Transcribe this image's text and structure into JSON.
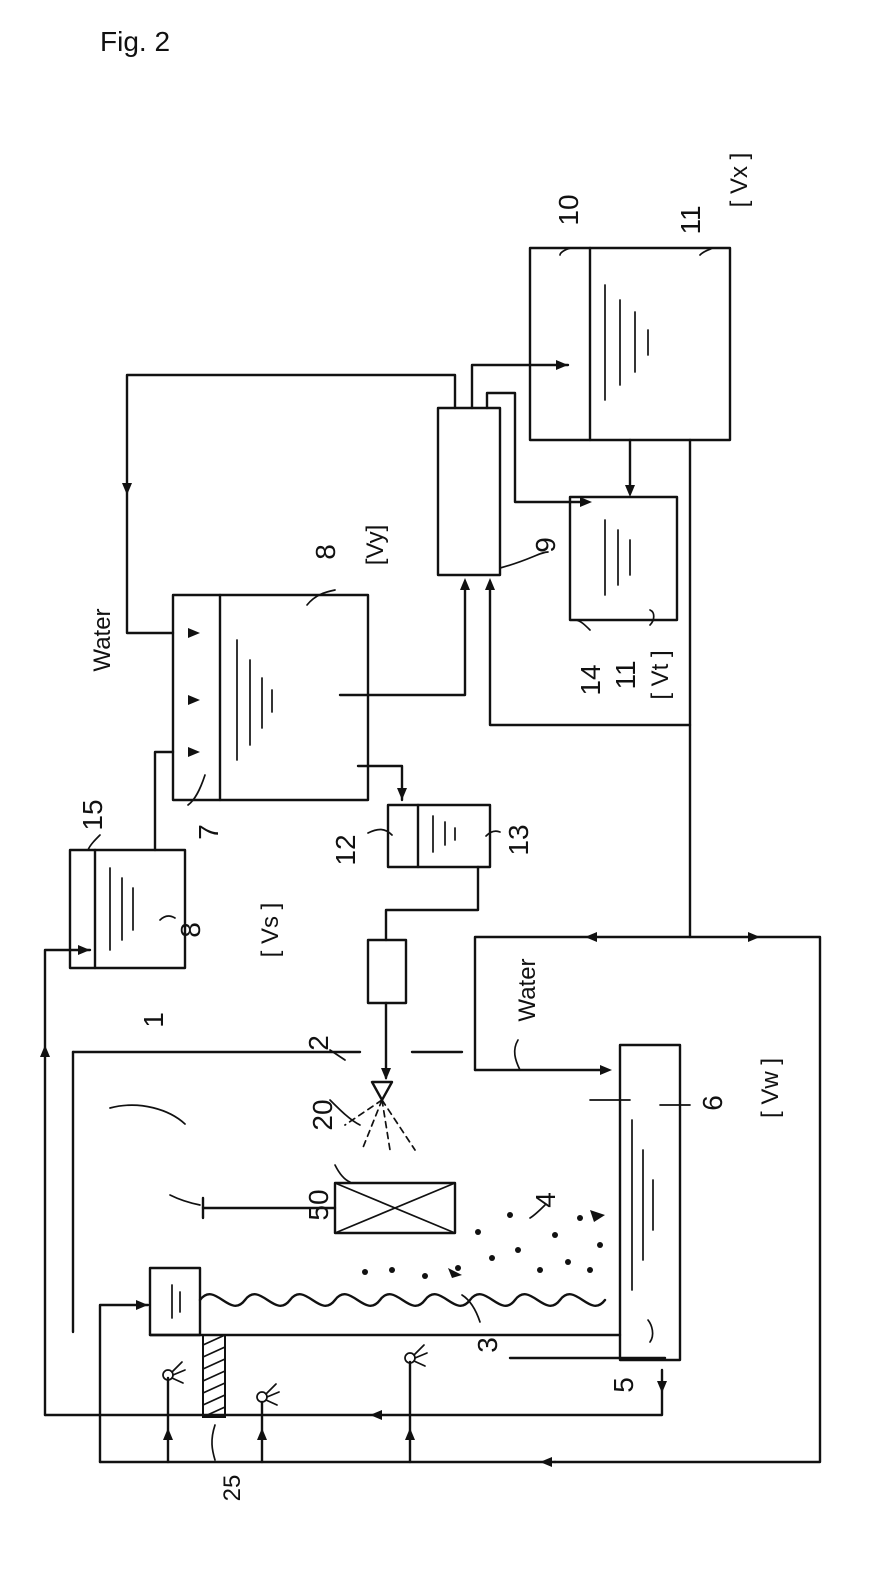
{
  "figure": {
    "title": "Fig. 2"
  },
  "labels": {
    "n1": "1",
    "n2": "2",
    "n3": "3",
    "n4": "4",
    "n5": "5",
    "n6": "6",
    "n7": "7",
    "n8_tank": "8",
    "n8_small": "8",
    "n9": "9",
    "n10": "10",
    "n11_top": "11",
    "n11_bottom": "11",
    "n12": "12",
    "n13": "13",
    "n14": "14",
    "n15": "15",
    "n20": "20",
    "n25": "25",
    "n50": "50",
    "vx": "[ Vx ]",
    "vy": "[Vy]",
    "vs": "[ Vs ]",
    "vt": "[ Vt ]",
    "vw": "[ Vw ]",
    "water_left": "Water",
    "water_right": "Water"
  }
}
